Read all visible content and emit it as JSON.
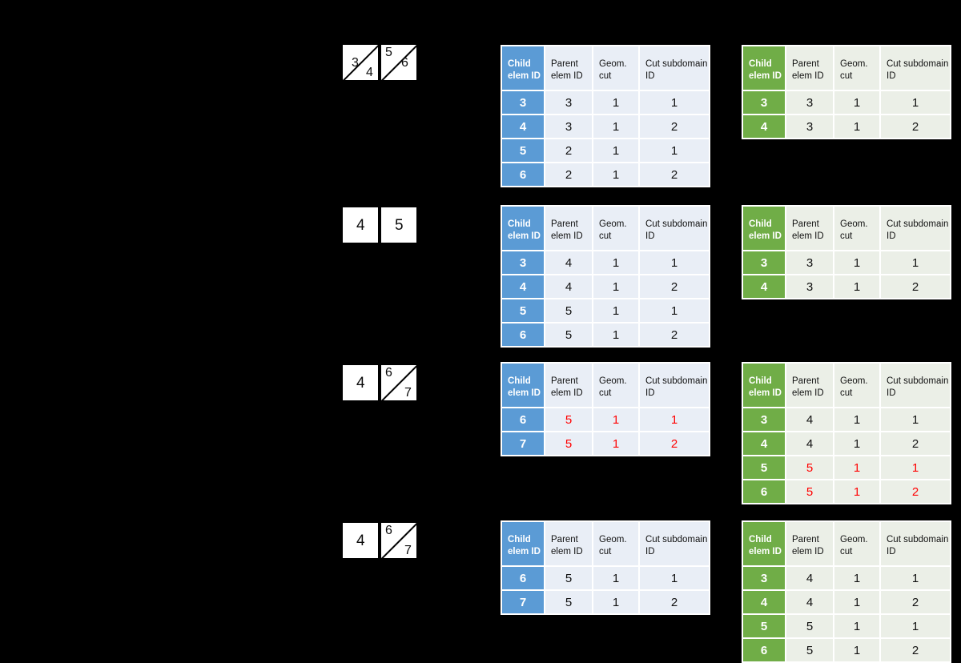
{
  "figure": {
    "type": "diagram",
    "background": "#000000",
    "palette": {
      "blue_header": "#5B9BD5",
      "blue_body": "#E9EEF6",
      "green_header": "#70AD47",
      "green_body": "#EBEFE7",
      "highlight_red": "#FF0000",
      "grid_line": "#FFFFFF",
      "element_box_fill": "#FFFFFF",
      "element_label": "#0B0B0B"
    }
  },
  "table_columns": {
    "child_elem_id": "Child elem ID",
    "parent_elem_id": "Parent elem ID",
    "geom_cut": "Geom. cut",
    "cut_subdomain_id": "Cut subdomain ID"
  },
  "rows": [
    {
      "name": "stage-1",
      "diagram": {
        "boxes": [
          {
            "labels": [
              {
                "text": "3",
                "pos": "center-left"
              },
              {
                "text": "4",
                "pos": "bottom-right"
              }
            ],
            "cut": true
          },
          {
            "labels": [
              {
                "text": "5",
                "pos": "top-left"
              },
              {
                "text": "6",
                "pos": "center-right"
              }
            ],
            "cut": true
          }
        ]
      },
      "blue_table": {
        "rows": [
          {
            "child": "3",
            "parent": "3",
            "geom": "1",
            "sub": "1",
            "highlight": false
          },
          {
            "child": "4",
            "parent": "3",
            "geom": "1",
            "sub": "2",
            "highlight": false
          },
          {
            "child": "5",
            "parent": "2",
            "geom": "1",
            "sub": "1",
            "highlight": false
          },
          {
            "child": "6",
            "parent": "2",
            "geom": "1",
            "sub": "2",
            "highlight": false
          }
        ]
      },
      "green_table": {
        "rows": [
          {
            "child": "3",
            "parent": "3",
            "geom": "1",
            "sub": "1",
            "highlight": false
          },
          {
            "child": "4",
            "parent": "3",
            "geom": "1",
            "sub": "2",
            "highlight": false
          }
        ]
      }
    },
    {
      "name": "stage-2",
      "diagram": {
        "boxes": [
          {
            "labels": [
              {
                "text": "4",
                "pos": "center"
              }
            ],
            "cut": false
          },
          {
            "labels": [
              {
                "text": "5",
                "pos": "center"
              }
            ],
            "cut": false
          }
        ]
      },
      "blue_table": {
        "rows": [
          {
            "child": "3",
            "parent": "4",
            "geom": "1",
            "sub": "1",
            "highlight": false
          },
          {
            "child": "4",
            "parent": "4",
            "geom": "1",
            "sub": "2",
            "highlight": false
          },
          {
            "child": "5",
            "parent": "5",
            "geom": "1",
            "sub": "1",
            "highlight": false
          },
          {
            "child": "6",
            "parent": "5",
            "geom": "1",
            "sub": "2",
            "highlight": false
          }
        ]
      },
      "green_table": {
        "rows": [
          {
            "child": "3",
            "parent": "3",
            "geom": "1",
            "sub": "1",
            "highlight": false
          },
          {
            "child": "4",
            "parent": "3",
            "geom": "1",
            "sub": "2",
            "highlight": false
          }
        ]
      }
    },
    {
      "name": "stage-3",
      "diagram": {
        "boxes": [
          {
            "labels": [
              {
                "text": "4",
                "pos": "center"
              }
            ],
            "cut": false
          },
          {
            "labels": [
              {
                "text": "6",
                "pos": "top-left"
              },
              {
                "text": "7",
                "pos": "bottom-right"
              }
            ],
            "cut": true
          }
        ]
      },
      "blue_table": {
        "rows": [
          {
            "child": "6",
            "parent": "5",
            "geom": "1",
            "sub": "1",
            "highlight": true
          },
          {
            "child": "7",
            "parent": "5",
            "geom": "1",
            "sub": "2",
            "highlight": true
          }
        ]
      },
      "green_table": {
        "rows": [
          {
            "child": "3",
            "parent": "4",
            "geom": "1",
            "sub": "1",
            "highlight": false
          },
          {
            "child": "4",
            "parent": "4",
            "geom": "1",
            "sub": "2",
            "highlight": false
          },
          {
            "child": "5",
            "parent": "5",
            "geom": "1",
            "sub": "1",
            "highlight": true
          },
          {
            "child": "6",
            "parent": "5",
            "geom": "1",
            "sub": "2",
            "highlight": true
          }
        ]
      }
    },
    {
      "name": "stage-4",
      "diagram": {
        "boxes": [
          {
            "labels": [
              {
                "text": "4",
                "pos": "center"
              }
            ],
            "cut": false
          },
          {
            "labels": [
              {
                "text": "6",
                "pos": "top-left"
              },
              {
                "text": "7",
                "pos": "bottom-right"
              }
            ],
            "cut": true
          }
        ]
      },
      "blue_table": {
        "rows": [
          {
            "child": "6",
            "parent": "5",
            "geom": "1",
            "sub": "1",
            "highlight": false
          },
          {
            "child": "7",
            "parent": "5",
            "geom": "1",
            "sub": "2",
            "highlight": false
          }
        ]
      },
      "green_table": {
        "rows": [
          {
            "child": "3",
            "parent": "4",
            "geom": "1",
            "sub": "1",
            "highlight": false
          },
          {
            "child": "4",
            "parent": "4",
            "geom": "1",
            "sub": "2",
            "highlight": false
          },
          {
            "child": "5",
            "parent": "5",
            "geom": "1",
            "sub": "1",
            "highlight": false
          },
          {
            "child": "6",
            "parent": "5",
            "geom": "1",
            "sub": "2",
            "highlight": false
          }
        ]
      }
    }
  ]
}
